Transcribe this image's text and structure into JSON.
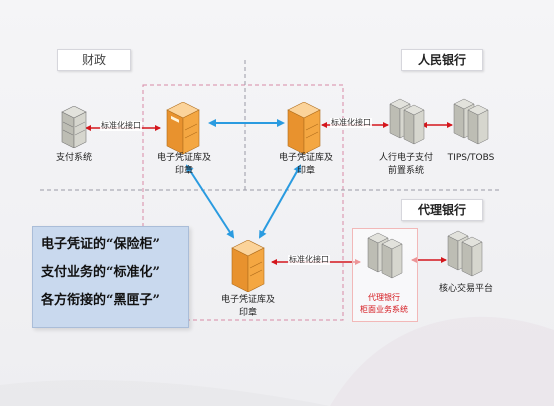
{
  "zones": {
    "finance": "财政",
    "pboc": "人民银行",
    "agent_bank": "代理银行"
  },
  "nodes": {
    "payment_system": "支付系统",
    "voucher_lib_1": [
      "电子凭证库及",
      "印章"
    ],
    "voucher_lib_2": [
      "电子凭证库及",
      "印章"
    ],
    "voucher_lib_3": [
      "电子凭证库及",
      "印章"
    ],
    "pboc_front": [
      "人行电子支付",
      "前置系统"
    ],
    "tips": "TIPS/TOBS",
    "agent_counter": [
      "代理银行",
      "柜面业务系统"
    ],
    "core_trading": "核心交易平台"
  },
  "interfaces": {
    "left": "标准化接口",
    "right": "标准化接口",
    "bottom": "标准化接口"
  },
  "slogan": [
    "电子凭证的“保险柜”",
    "支付业务的“标准化”",
    "各方衔接的“黑匣子”"
  ],
  "colors": {
    "blue_arrow": "#2a9be0",
    "red_arrow": "#d4161c",
    "voucher_orange": "#f4a742",
    "server_gray": "#c8c8c0",
    "slogan_bg": "#c9d9ee"
  }
}
